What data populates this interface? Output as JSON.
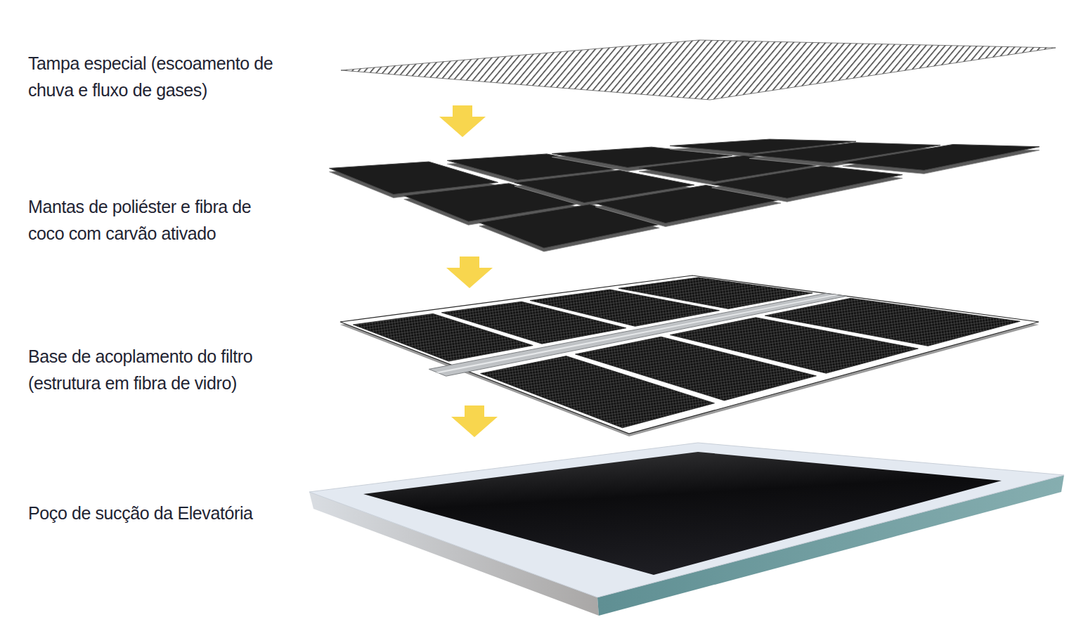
{
  "diagram": {
    "labels": [
      "Tampa especial (escoamento de chuva e fluxo de gases)",
      "Mantas de poliéster e fibra de coco com carvão ativado",
      "Base de acoplamento do filtro (estrutura em fibra de vidro)",
      "Poço de sucção da Elevatória"
    ]
  }
}
